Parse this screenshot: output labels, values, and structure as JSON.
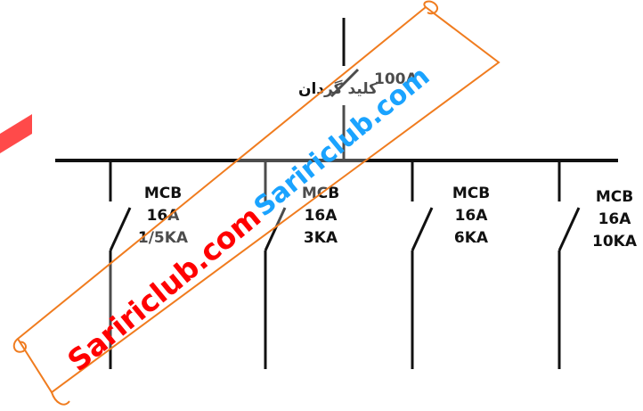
{
  "main_switch": {
    "label": "کلید گردان",
    "rating": "100A"
  },
  "breakers": [
    {
      "type": "MCB",
      "current": "16A",
      "breaking_capacity": "1/5KA"
    },
    {
      "type": "MCB",
      "current": "16A",
      "breaking_capacity": "3KA"
    },
    {
      "type": "MCB",
      "current": "16A",
      "breaking_capacity": "6KA"
    },
    {
      "type": "MCB",
      "current": "16A",
      "breaking_capacity": "10KA"
    }
  ],
  "watermark": {
    "text_red": "Saririclub.com",
    "text_blue": "Saririclub.com"
  },
  "colors": {
    "line": "#111111",
    "watermark_red": "#ff0000",
    "watermark_blue": "#1aa3ff",
    "scroll_border": "#f07c1f",
    "stripe": "#ff2a2a"
  }
}
